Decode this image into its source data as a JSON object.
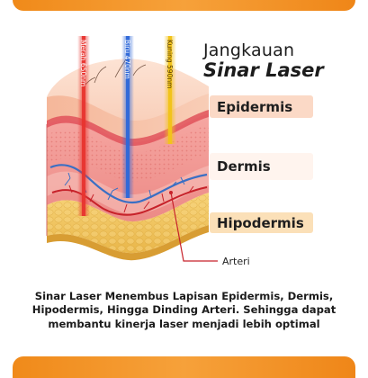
{
  "title": {
    "line1": "Jangkauan",
    "line2": "Sinar Laser"
  },
  "lasers": [
    {
      "label": "Merah 650nm",
      "color": "#e8332f"
    },
    {
      "label": "Biru 470nm",
      "color": "#2f68d8"
    },
    {
      "label": "Kuning 590nm",
      "color": "#f2c31b"
    }
  ],
  "layers": {
    "epidermis": "Epidermis",
    "dermis": "Dermis",
    "hipodermis": "Hipodermis"
  },
  "callout": "Arteri",
  "caption": {
    "line1": "Sinar Laser Menembus Lapisan Epidermis, Dermis,",
    "line2": "Hipodermis, Hingga Dinding Arteri. Sehingga dapat",
    "line3": "membantu kinerja laser menjadi lebih optimal"
  },
  "colors": {
    "accent_orange": "#f39126",
    "epidermis": "#f6c9b0",
    "dermis": "#ef8f8f",
    "hipodermis": "#f3cc6a",
    "vein": "#3a6fc4",
    "artery": "#c7222a"
  }
}
